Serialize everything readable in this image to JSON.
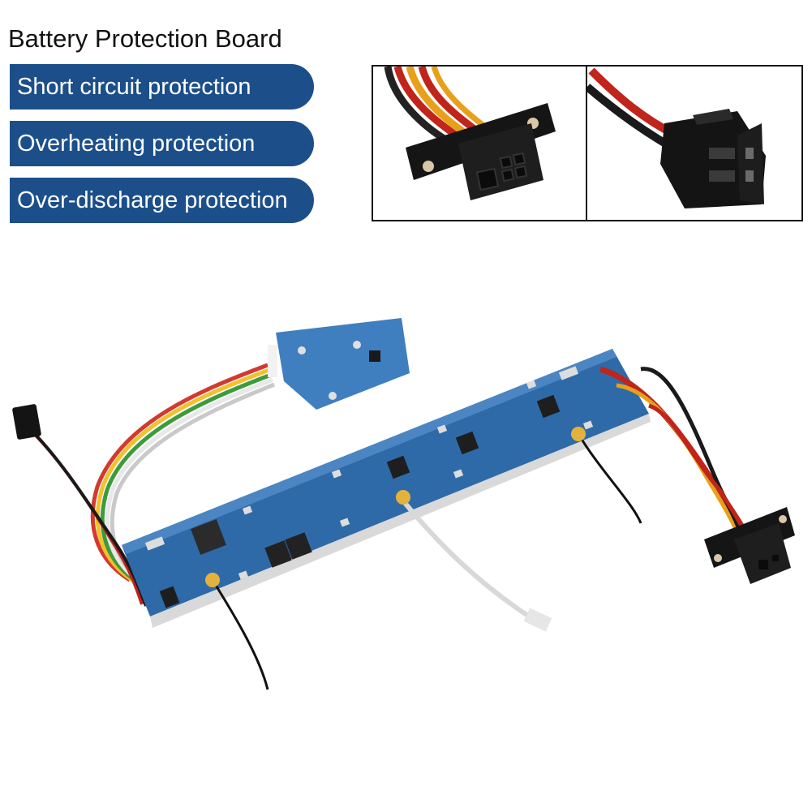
{
  "title": "Battery Protection Board",
  "features": [
    {
      "label": "Short circuit protection"
    },
    {
      "label": "Overheating protection"
    },
    {
      "label": "Over-discharge protection"
    }
  ],
  "colors": {
    "pill_background": "#1c4f8a",
    "pill_text": "#ffffff",
    "pcb_blue": "#2f6aa8",
    "connector_black": "#1a1a1a"
  },
  "images": {
    "connector_closeup_left": "black-flange-connector-with-red-yellow-wires",
    "connector_closeup_right": "black-2-pin-connector-with-red-black-wires",
    "main_photo": "blue-battery-protection-pcb-with-cables"
  }
}
